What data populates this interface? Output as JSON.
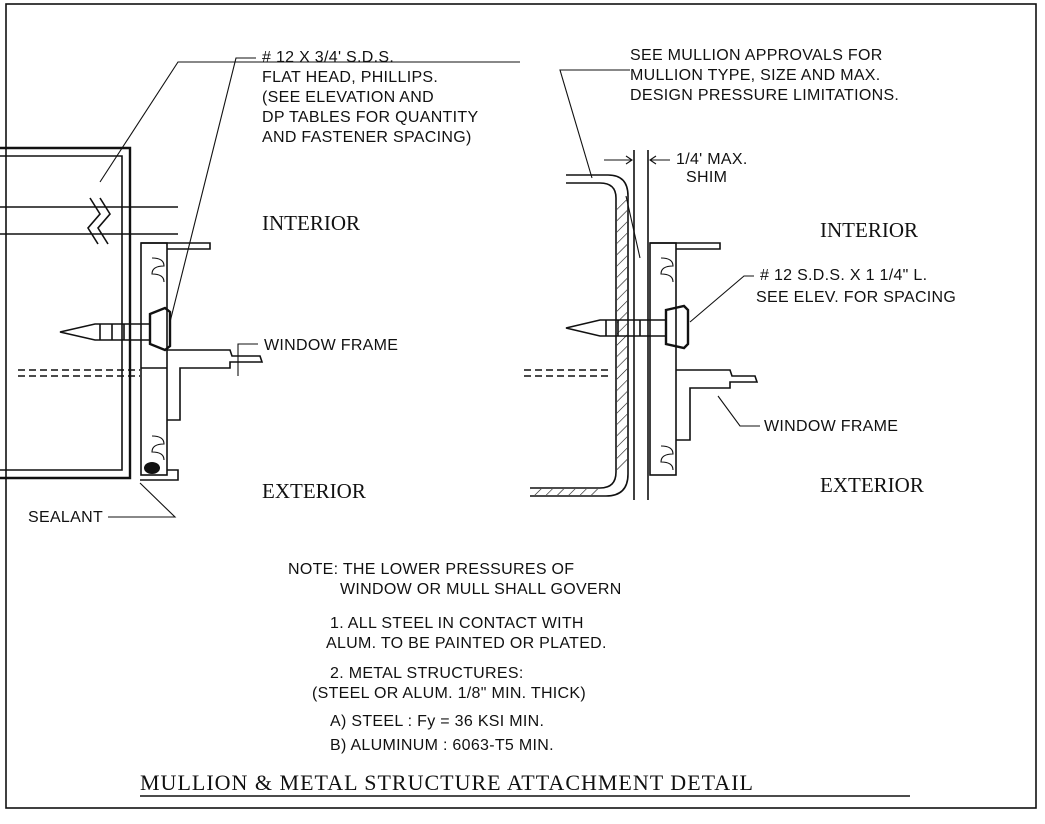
{
  "left_detail": {
    "fastener_callout": [
      "# 12 X 3/4' S.D.S.",
      "FLAT HEAD, PHILLIPS.",
      "(SEE ELEVATION AND",
      "DP TABLES FOR QUANTITY",
      "AND FASTENER SPACING)"
    ],
    "interior_label": "INTERIOR",
    "exterior_label": "EXTERIOR",
    "window_frame_label": "WINDOW FRAME",
    "sealant_label": "SEALANT"
  },
  "right_detail": {
    "mullion_note": [
      "SEE MULLION APPROVALS FOR",
      "MULLION TYPE, SIZE AND MAX.",
      "DESIGN PRESSURE LIMITATIONS."
    ],
    "shim_label": [
      "1/4' MAX.",
      "SHIM"
    ],
    "interior_label": "INTERIOR",
    "exterior_label": "EXTERIOR",
    "fastener_callout": [
      "# 12 S.D.S. X 1 1/4\" L.",
      "SEE ELEV. FOR SPACING"
    ],
    "window_frame_label": "WINDOW FRAME"
  },
  "notes": {
    "note_lines": [
      "NOTE: THE LOWER PRESSURES OF",
      "WINDOW OR MULL SHALL GOVERN"
    ],
    "item1": [
      "1. ALL STEEL IN CONTACT WITH",
      "ALUM. TO BE PAINTED OR PLATED."
    ],
    "item2": [
      "2. METAL STRUCTURES:",
      "(STEEL OR ALUM. 1/8\" MIN. THICK)"
    ],
    "item2a": "A) STEEL : Fy = 36 KSI MIN.",
    "item2b": "B) ALUMINUM : 6063-T5 MIN."
  },
  "title": "MULLION & METAL STRUCTURE ATTACHMENT DETAIL"
}
